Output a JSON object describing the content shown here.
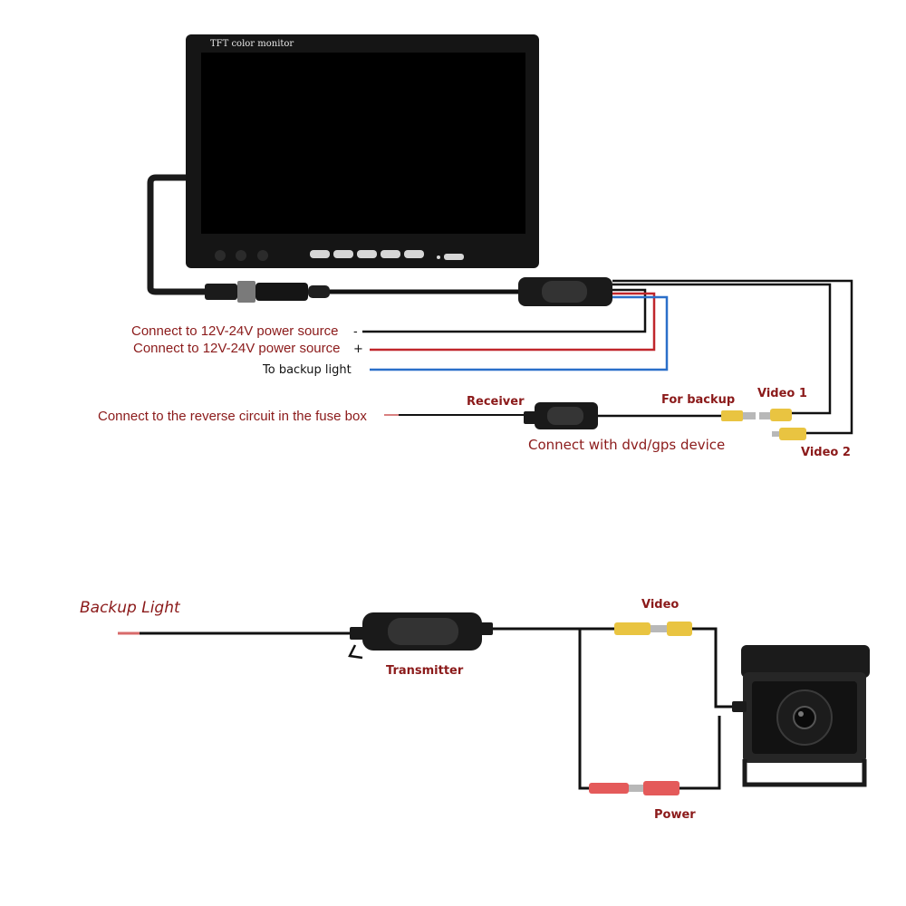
{
  "monitor": {
    "title": "TFT color monitor"
  },
  "labels": {
    "power_neg": "Connect to 12V-24V power source",
    "power_neg_sign": "-",
    "power_pos": "Connect to 12V-24V power source",
    "power_pos_sign": "+",
    "backup_light_top": "To backup light",
    "reverse_circuit": "Connect to the reverse circuit in the fuse box",
    "receiver": "Receiver",
    "for_backup": "For backup",
    "video1": "Video 1",
    "video2": "Video 2",
    "dvd_gps": "Connect with dvd/gps device",
    "backup_light_bottom": "Backup  Light",
    "transmitter": "Transmitter",
    "video": "Video",
    "power": "Power"
  },
  "colors": {
    "label_red": "#8b1a1a",
    "wire_black": "#111111",
    "wire_red": "#c0262b",
    "wire_blue": "#2a6fc9",
    "rca_yellow": "#e9c441",
    "rca_red": "#e45a5a"
  }
}
